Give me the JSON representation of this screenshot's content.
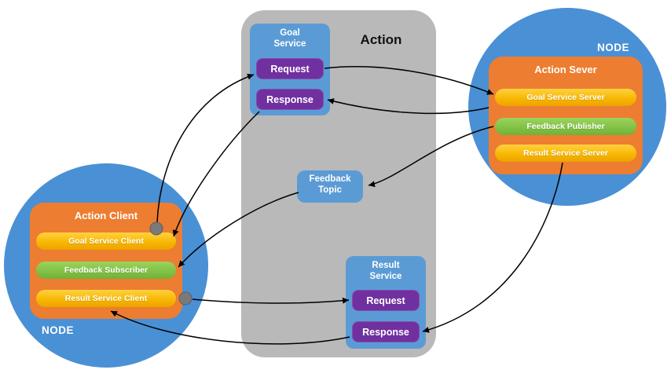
{
  "action_panel": {
    "title": "Action"
  },
  "goal_service": {
    "label": "Goal Service",
    "request": "Request",
    "response": "Response"
  },
  "feedback_topic": {
    "label": "Feedback Topic"
  },
  "result_service": {
    "label": "Result Service",
    "request": "Request",
    "response": "Response"
  },
  "left_node": {
    "node_label": "NODE",
    "title": "Action Client",
    "pills": [
      {
        "label": "Goal Service Client",
        "kind": "service"
      },
      {
        "label": "Feedback Subscriber",
        "kind": "topic"
      },
      {
        "label": "Result Service Client",
        "kind": "service"
      }
    ]
  },
  "right_node": {
    "node_label": "NODE",
    "title": "Action Sever",
    "pills": [
      {
        "label": "Goal Service Server",
        "kind": "service"
      },
      {
        "label": "Feedback Publisher",
        "kind": "topic"
      },
      {
        "label": "Result Service Server",
        "kind": "service"
      }
    ]
  },
  "colors": {
    "node_circle": "#4a90d5",
    "action_panel": "#b9b9b9",
    "service_box": "#5b9bd5",
    "request_response": "#7030a0",
    "client_server_box": "#ed7d31",
    "service_pill": "#ffc000",
    "topic_pill": "#7cbf3e",
    "arrow": "#000000",
    "connection_dot": "#7a7a7a"
  }
}
